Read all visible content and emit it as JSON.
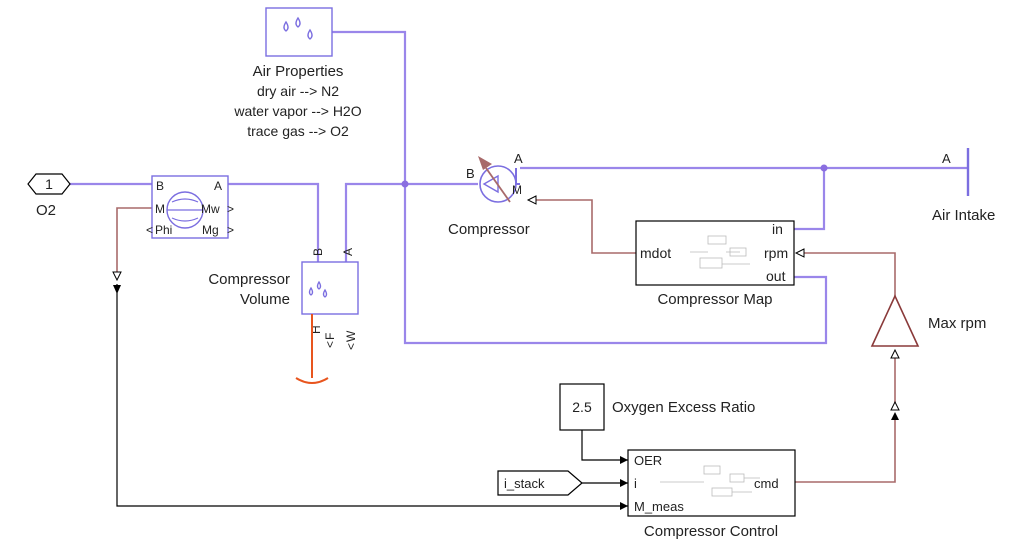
{
  "inport": {
    "number": "1",
    "name": "O2"
  },
  "air_properties": {
    "title": "Air Properties",
    "lines": [
      "dry air --> N2",
      "water vapor --> H2O",
      "trace gas --> O2"
    ]
  },
  "sensor": {
    "ports": {
      "b": "B",
      "a": "A",
      "m": "M",
      "mw": "Mw",
      "phi": "Phi",
      "mg": "Mg"
    }
  },
  "volume": {
    "name_line1": "Compressor",
    "name_line2": "Volume",
    "ports": {
      "b": "B",
      "a": "A",
      "h": "H",
      "f": "F",
      "w": "W"
    }
  },
  "compressor": {
    "name": "Compressor",
    "ports": {
      "a": "A",
      "b": "B",
      "m": "M"
    }
  },
  "compressor_map": {
    "name": "Compressor Map",
    "ports": {
      "mdot": "mdot",
      "in": "in",
      "rpm": "rpm",
      "out": "out"
    }
  },
  "air_intake": {
    "name": "Air Intake",
    "port": "A"
  },
  "max_rpm": {
    "name": "Max rpm"
  },
  "constant": {
    "value": "2.5",
    "label": "Oxygen Excess Ratio"
  },
  "i_stack": {
    "label": "i_stack"
  },
  "compressor_control": {
    "name": "Compressor Control",
    "ports": {
      "oer": "OER",
      "i": "i",
      "m_meas": "M_meas",
      "cmd": "cmd"
    }
  },
  "colors": {
    "physical": "#9a86ea",
    "signal": "#a86a6a",
    "thermal": "#e8551e"
  }
}
